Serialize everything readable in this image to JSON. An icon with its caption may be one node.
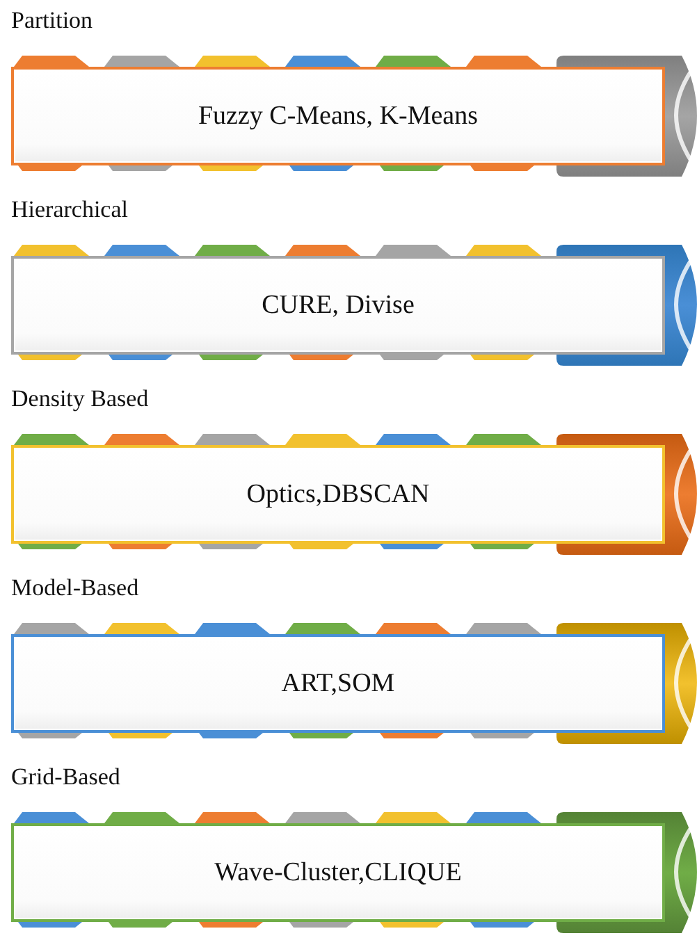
{
  "diagram": {
    "nodes": [
      {
        "text": [
          "Partition",
          "Fuzzy C-Means, K-Means"
        ]
      },
      {
        "text": [
          "Hierarchical",
          "CURE, Divise"
        ]
      },
      {
        "text": [
          "Density Based",
          "Optics,DBSCAN"
        ]
      },
      {
        "text": [
          "Model-Based",
          "ART,SOM"
        ]
      },
      {
        "text": [
          "Grid-Based",
          "Wave-Cluster,CLIQUE"
        ]
      }
    ]
  }
}
